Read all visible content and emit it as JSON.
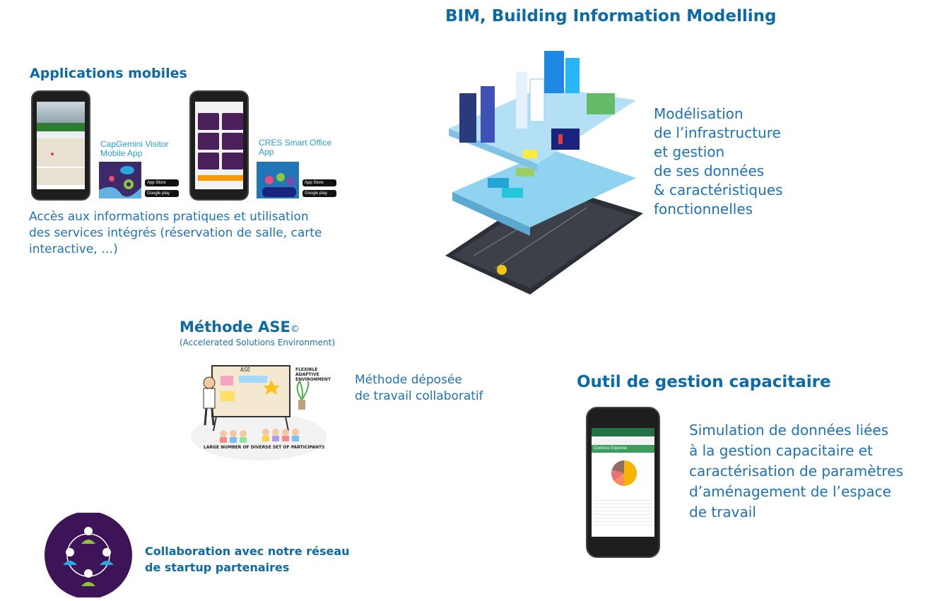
{
  "bim": {
    "title": "BIM, Building Information Modelling",
    "description": [
      "Modélisation",
      "de l’infrastructure",
      "et gestion",
      "de ses données",
      "& caractéristiques",
      "fonctionnelles"
    ]
  },
  "mobile": {
    "title": "Applications mobiles",
    "app1_name": "CapGemini Visitor Mobile App",
    "app2_name": "CRES Smart Office App",
    "app_store_label": "App Store",
    "google_play_label": "Google play",
    "description": [
      "Accès aux informations pratiques et utilisation",
      "des services intégrés (réservation de salle, carte",
      "interactive, …)"
    ]
  },
  "ase": {
    "title": "Méthode ASE",
    "copyright": "©",
    "subtitle": "(Accelerated Solutions Environment)",
    "board_label": "ASE",
    "flexible_label": "FLEXIBLE ADAPTIVE ENVIRONMENT",
    "participants_label": "LARGE NUMBER OF DIVERSE SET OF PARTICIPANTS",
    "description": [
      "Méthode déposée",
      "de travail collaboratif"
    ]
  },
  "capacity": {
    "title": "Outil de gestion capacitaire",
    "description": [
      "Simulation de données liées",
      "à la gestion capacitaire et",
      "caractérisation de paramètres",
      "d’aménagement de l’espace",
      "de travail"
    ],
    "sheet_header": "Contoso Expense"
  },
  "startup": {
    "description": [
      "Collaboration avec notre réseau",
      "de startup partenaires"
    ]
  },
  "colors": {
    "title_blue": "#0b6aa8",
    "text_blue": "#1a73bd",
    "purple": "#3d1457",
    "green": "#8cc63f",
    "cyan": "#29a9e0"
  }
}
